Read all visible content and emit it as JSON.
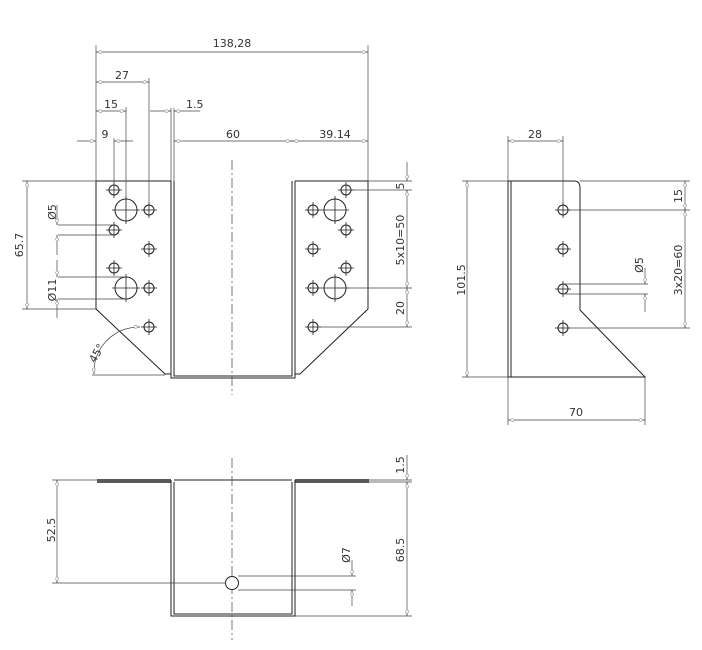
{
  "drawing": {
    "front_view": {
      "overall_width": "138,28",
      "dim_27": "27",
      "dim_15": "15",
      "dim_1_5": "1.5",
      "dim_9": "9",
      "dim_60": "60",
      "dim_39_14": "39.14",
      "height": "65.7",
      "small_hole_dia": "Ø5",
      "large_hole_dia": "Ø11",
      "angle": "45°",
      "dim_5": "5",
      "hole_spacing": "5x10=50",
      "dim_20": "20"
    },
    "side_view": {
      "dim_28": "28",
      "height": "101.5",
      "width": "70",
      "dim_15": "15",
      "hole_spacing": "3x20=60",
      "hole_dia": "Ø5"
    },
    "top_view": {
      "dim_52_5": "52.5",
      "dim_68_5": "68.5",
      "dim_1_5": "1.5",
      "hole_dia": "Ø7"
    }
  }
}
